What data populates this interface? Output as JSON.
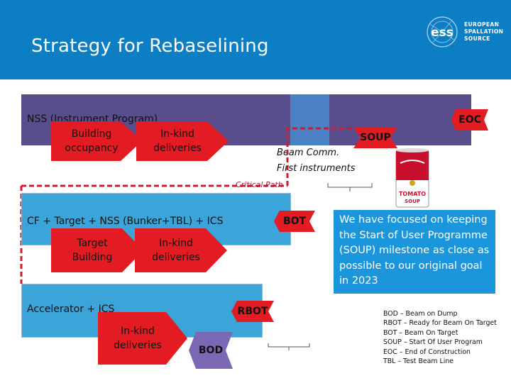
{
  "header": {
    "title": "Strategy for Rebaselining",
    "logo_mark": "ess",
    "logo_words": [
      "EUROPEAN",
      "SPALLATION",
      "SOURCE"
    ]
  },
  "bands": {
    "nss": {
      "label": "NSS (Instrument Program)",
      "arrows": [
        "Building\noccupancy",
        "In-kind\ndeliveries"
      ],
      "milestones": {
        "soup": "SOUP",
        "eoc": "EOC"
      },
      "beam_comm": [
        "Beam Comm.",
        "First instruments"
      ]
    },
    "cf": {
      "label": "CF + Target + NSS (Bunker+TBL) + ICS",
      "arrows": [
        "Target\nBuilding",
        "In-kind\ndeliveries"
      ],
      "milestone": "BOT"
    },
    "acc": {
      "label": "Accelerator + ICS",
      "arrows": [
        "In-kind\ndeliveries"
      ],
      "milestones": {
        "rbot": "RBOT",
        "bod": "BOD"
      }
    }
  },
  "critical_path": "Critical Path",
  "info_box": "We have focused on keeping the Start of User Programme (SOUP) milestone as close as possible to our original goal in 2023",
  "can": {
    "label": "TOMATO",
    "sub": "SOUP"
  },
  "legend": [
    "BOD – Beam on Dump",
    "RBOT – Ready for Beam On Target",
    "BOT – Beam On Target",
    "SOUP – Start Of User Program",
    "EOC – End of Construction",
    "TBL – Test Beam Line"
  ],
  "colors": {
    "header": "#0c7ec3",
    "band_top": "#5a4d8c",
    "band_blue": "#3ba4d8",
    "milestone_arrow": "#e31b23",
    "bod_fill": "#7b68b5",
    "critical_path": "#d21a2e",
    "info_box": "#1b96dc"
  }
}
